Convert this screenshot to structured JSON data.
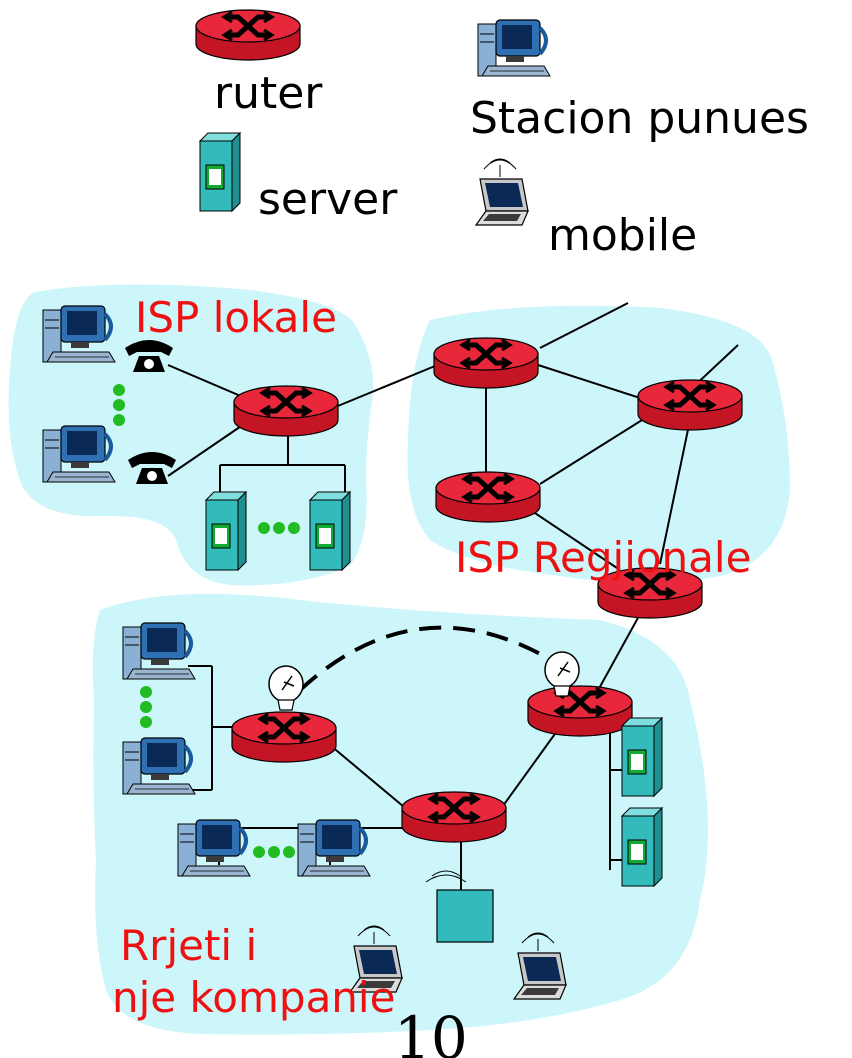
{
  "legend": {
    "router": "ruter",
    "host": "Stacion punues",
    "server": "server",
    "mobile": "mobile"
  },
  "regions": {
    "local_isp": "ISP lokale",
    "regional_isp": "ISP Regjionale",
    "company_line1": "Rrjeti i",
    "company_line2": "nje kompanie"
  },
  "page_number": "10",
  "colors": {
    "router": "#e8283a",
    "cloud": "#ccf6fa",
    "label_red": "#ee1111",
    "dots": "#22bb22",
    "server": "#33bbbb"
  }
}
